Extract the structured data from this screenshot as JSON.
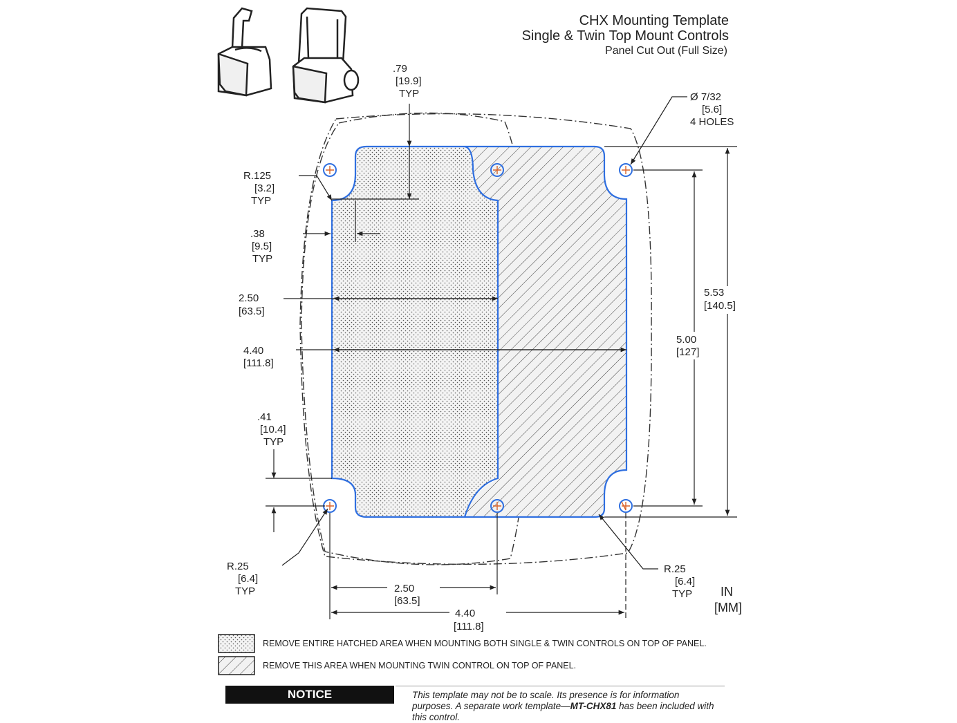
{
  "title": {
    "line1": "CHX Mounting Template",
    "line2": "Single & Twin Top Mount Controls",
    "line3": "Panel Cut Out (Full Size)"
  },
  "dimensions": {
    "d079": [
      ".79",
      "[19.9]",
      "TYP"
    ],
    "hole": [
      "Ø 7/32",
      "[5.6]",
      "4 HOLES"
    ],
    "r125": [
      "R.125",
      "[3.2]",
      "TYP"
    ],
    "d038": [
      ".38",
      "[9.5]",
      "TYP"
    ],
    "w250": [
      "2.50",
      "[63.5]"
    ],
    "w440": [
      "4.40",
      "[111.8]"
    ],
    "d041": [
      ".41",
      "[10.4]",
      "TYP"
    ],
    "r25_left": [
      "R.25",
      "[6.4]",
      "TYP"
    ],
    "r25_right": [
      "R.25",
      "[6.4]",
      "TYP"
    ],
    "h553": [
      "5.53",
      "[140.5]"
    ],
    "h500": [
      "5.00",
      "[127]"
    ],
    "bottom250": [
      "2.50",
      "[63.5]"
    ],
    "bottom440": [
      "4.40",
      "[111.8]"
    ]
  },
  "units": [
    "IN",
    "[MM]"
  ],
  "legend": [
    {
      "text": "REMOVE ENTIRE HATCHED AREA WHEN MOUNTING BOTH SINGLE & TWIN CONTROLS ON TOP OF PANEL."
    },
    {
      "text": "REMOVE THIS AREA WHEN MOUNTING TWIN CONTROL ON TOP OF PANEL."
    }
  ],
  "notice": {
    "label": "NOTICE",
    "text_before": "This template may not be to scale. Its presence is for information purposes. A separate work template—",
    "part": "MT-CHX81",
    "text_after": " has been included with this control."
  },
  "colors": {
    "cutout": "#2f6fe0",
    "hole": "#d9632a",
    "ink": "#222222"
  },
  "icons": [
    "single-control-icon",
    "twin-control-icon"
  ]
}
